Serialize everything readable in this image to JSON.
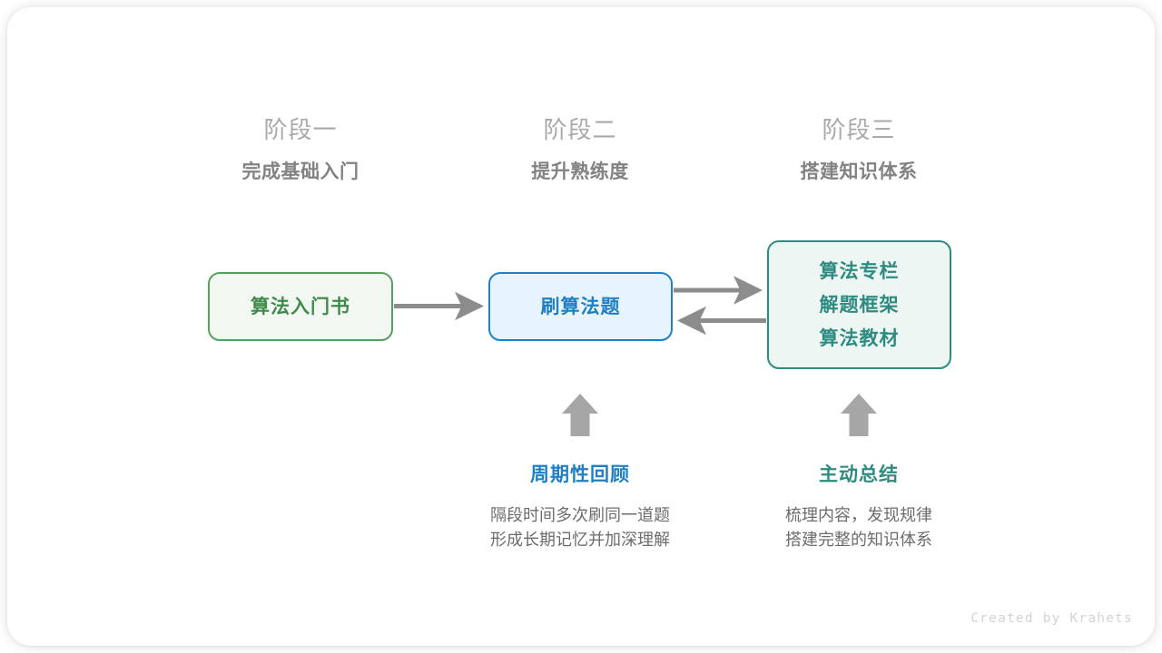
{
  "diagram": {
    "title_internal": "algorithm-learning-roadmap",
    "colors": {
      "green": "#3f8a4a",
      "green_border": "#56a05e",
      "green_fill": "#f2f8f1",
      "blue": "#1f7fc4",
      "blue_border": "#1f82c8",
      "blue_fill": "#e7f3fd",
      "teal": "#2e8b80",
      "teal_fill": "#eef6f4",
      "arrow_gray": "#8c8c8c",
      "stage_label_gray": "#a9a9a9",
      "stage_sub_gray": "#828282",
      "desc_gray": "#6c6c6c",
      "footer_gray": "#d2d2d2"
    },
    "stages": [
      {
        "index_label": "阶段一",
        "subtitle": "完成基础入门"
      },
      {
        "index_label": "阶段二",
        "subtitle": "提升熟练度"
      },
      {
        "index_label": "阶段三",
        "subtitle": "搭建知识体系"
      }
    ],
    "nodes": [
      {
        "id": "book",
        "lines": [
          "算法入门书"
        ]
      },
      {
        "id": "practice",
        "lines": [
          "刷算法题"
        ]
      },
      {
        "id": "knowledge",
        "lines": [
          "算法专栏",
          "解题框架",
          "算法教材"
        ]
      }
    ],
    "notes": [
      {
        "id": "review",
        "title": "周期性回顾",
        "desc_lines": [
          "隔段时间多次刷同一道题",
          "形成长期记忆并加深理解"
        ]
      },
      {
        "id": "summary",
        "title": "主动总结",
        "desc_lines": [
          "梳理内容，发现规律",
          "搭建完整的知识体系"
        ]
      }
    ],
    "footer": "Created by Krahets"
  }
}
